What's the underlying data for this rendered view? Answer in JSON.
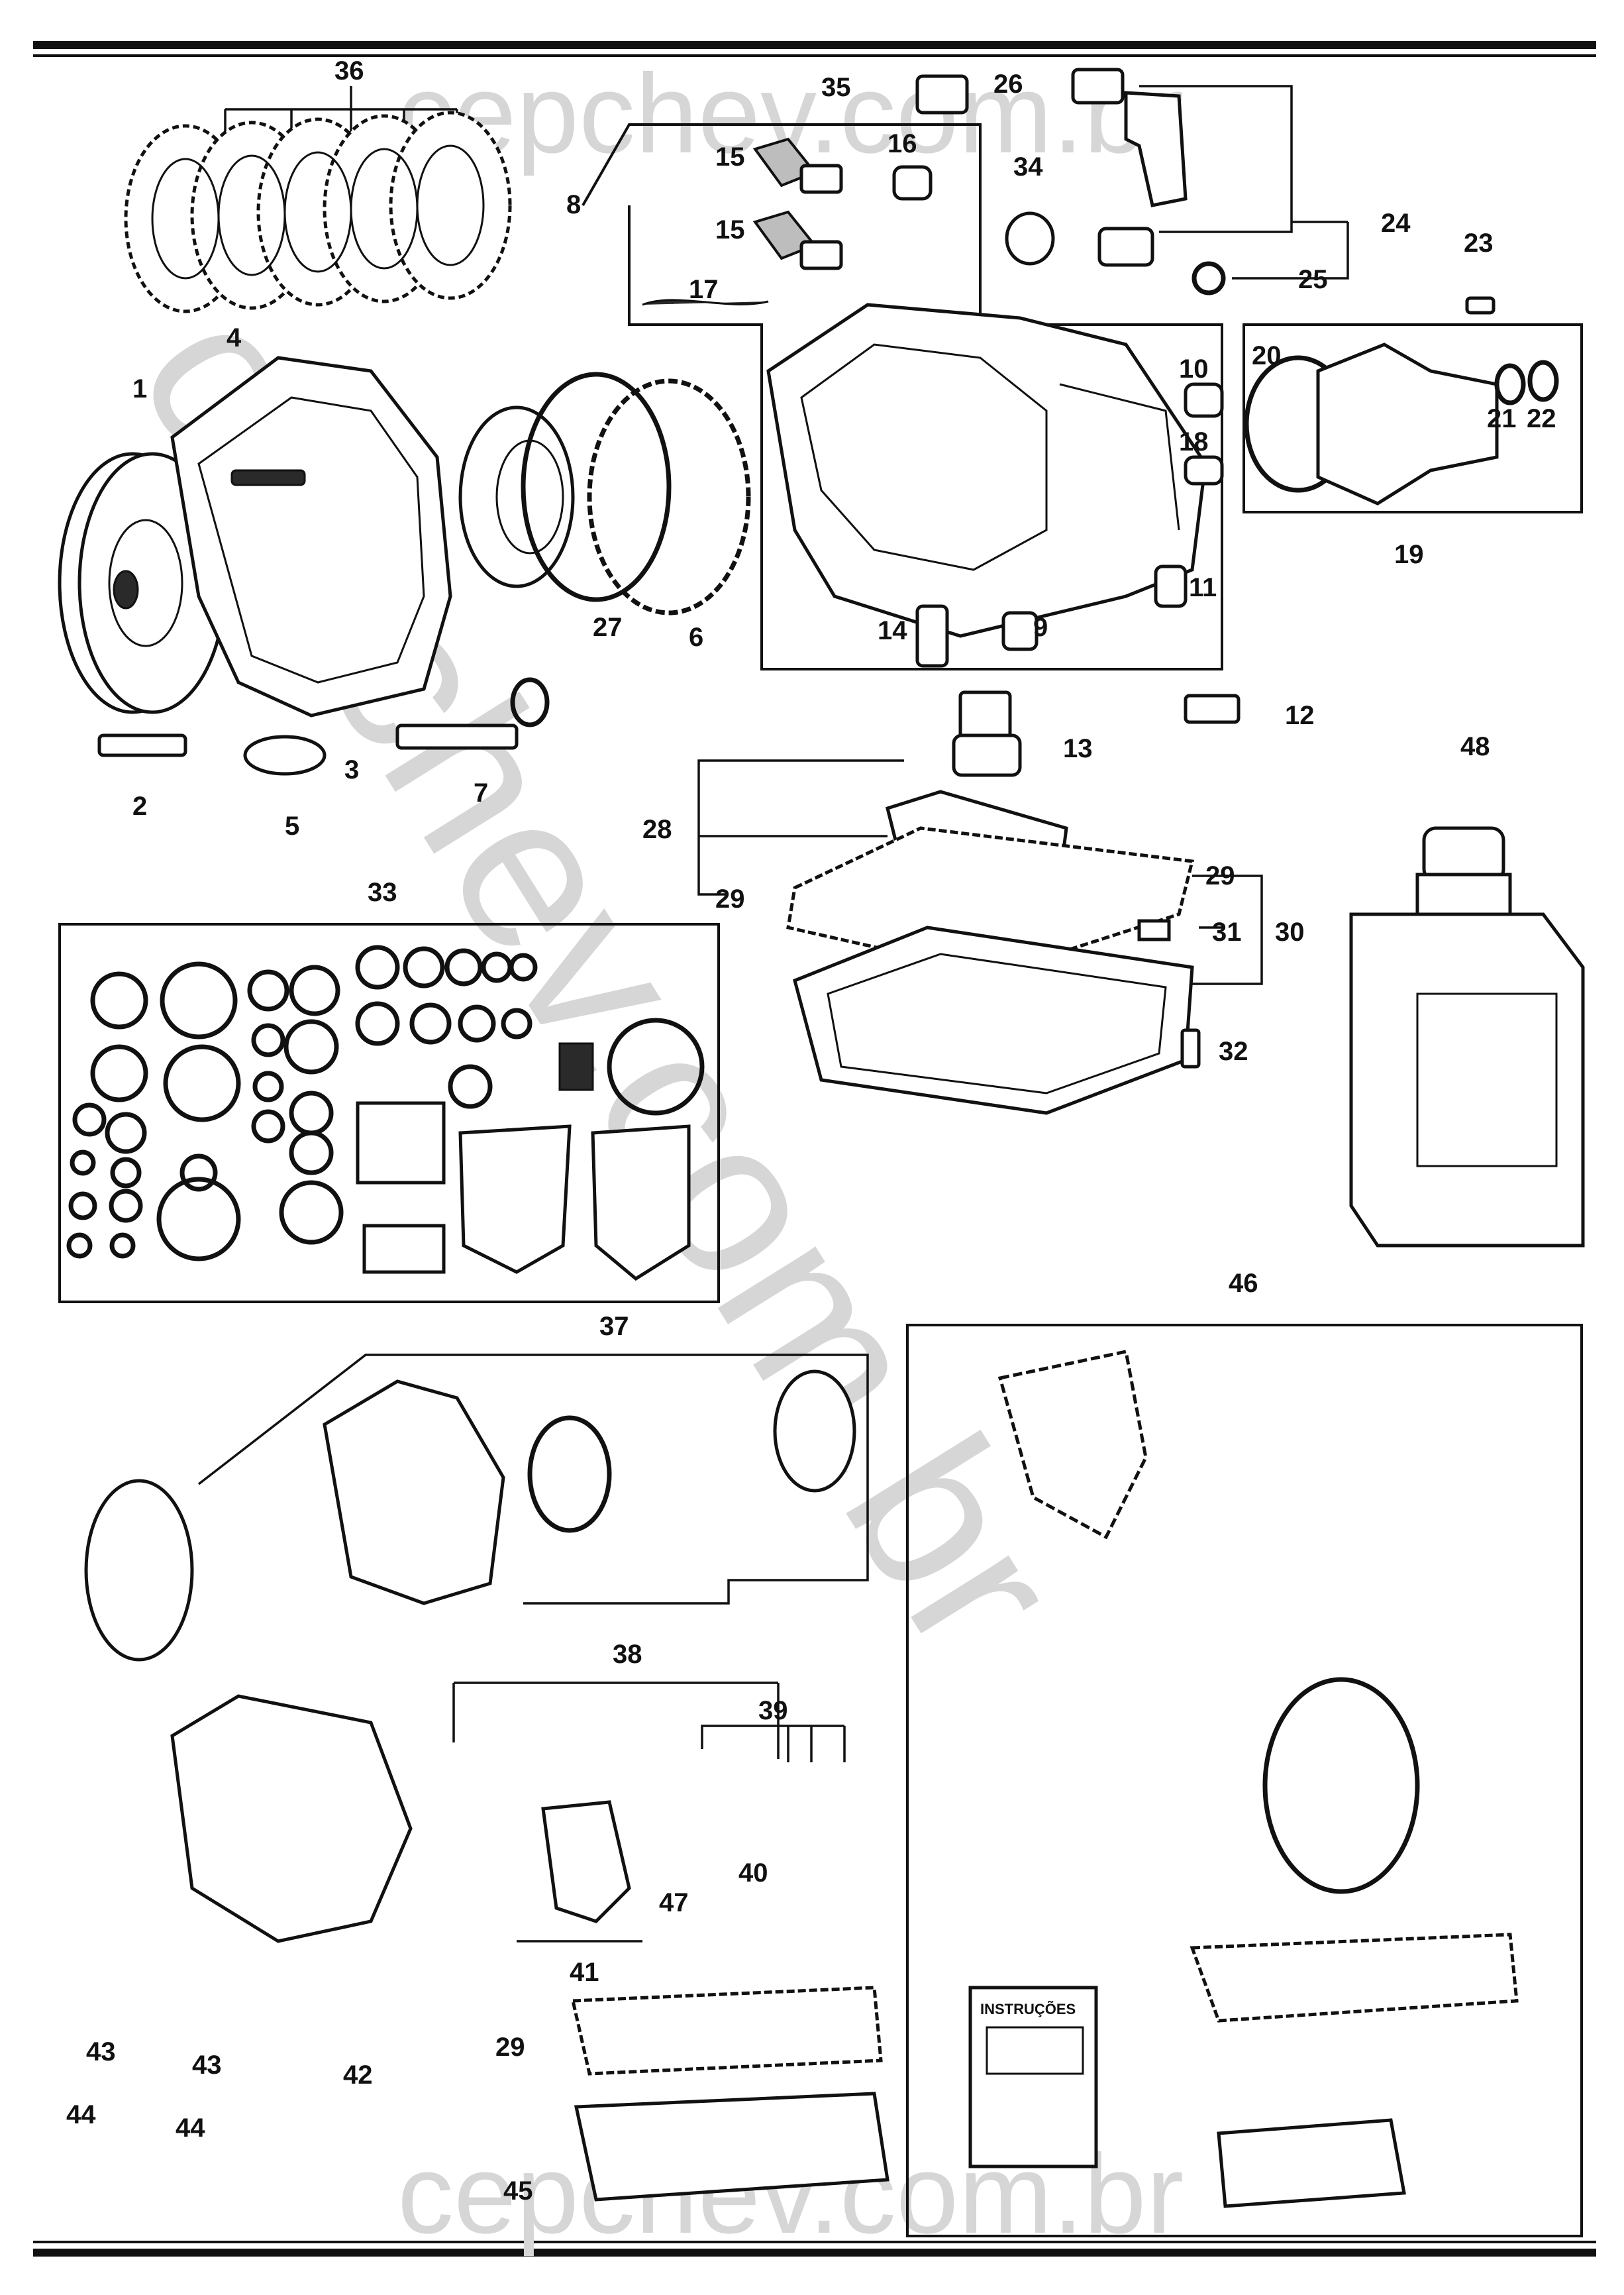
{
  "watermark": {
    "text_top": "cepchev.com.br",
    "text_bottom": "cepchev.com.br",
    "text_diagonal": "cepchev.com.br"
  },
  "callouts": {
    "c1": "1",
    "c2": "2",
    "c3": "3",
    "c4": "4",
    "c5": "5",
    "c6": "6",
    "c7": "7",
    "c8": "8",
    "c9": "9",
    "c10": "10",
    "c11": "11",
    "c12": "12",
    "c13": "13",
    "c14": "14",
    "c15a": "15",
    "c15b": "15",
    "c16": "16",
    "c17": "17",
    "c18": "18",
    "c19": "19",
    "c20": "20",
    "c21": "21",
    "c22": "22",
    "c23": "23",
    "c24": "24",
    "c25": "25",
    "c26": "26",
    "c27": "27",
    "c28": "28",
    "c29a": "29",
    "c29b": "29",
    "c29c": "29",
    "c30": "30",
    "c31": "31",
    "c32": "32",
    "c33": "33",
    "c34": "34",
    "c35": "35",
    "c36": "36",
    "c37": "37",
    "c38": "38",
    "c39": "39",
    "c40": "40",
    "c41": "41",
    "c42": "42",
    "c43a": "43",
    "c43b": "43",
    "c44a": "44",
    "c44b": "44",
    "c45": "45",
    "c46": "46",
    "c47": "47",
    "c48": "48"
  },
  "instructions_card": {
    "title": "INSTRUÇÕES"
  }
}
